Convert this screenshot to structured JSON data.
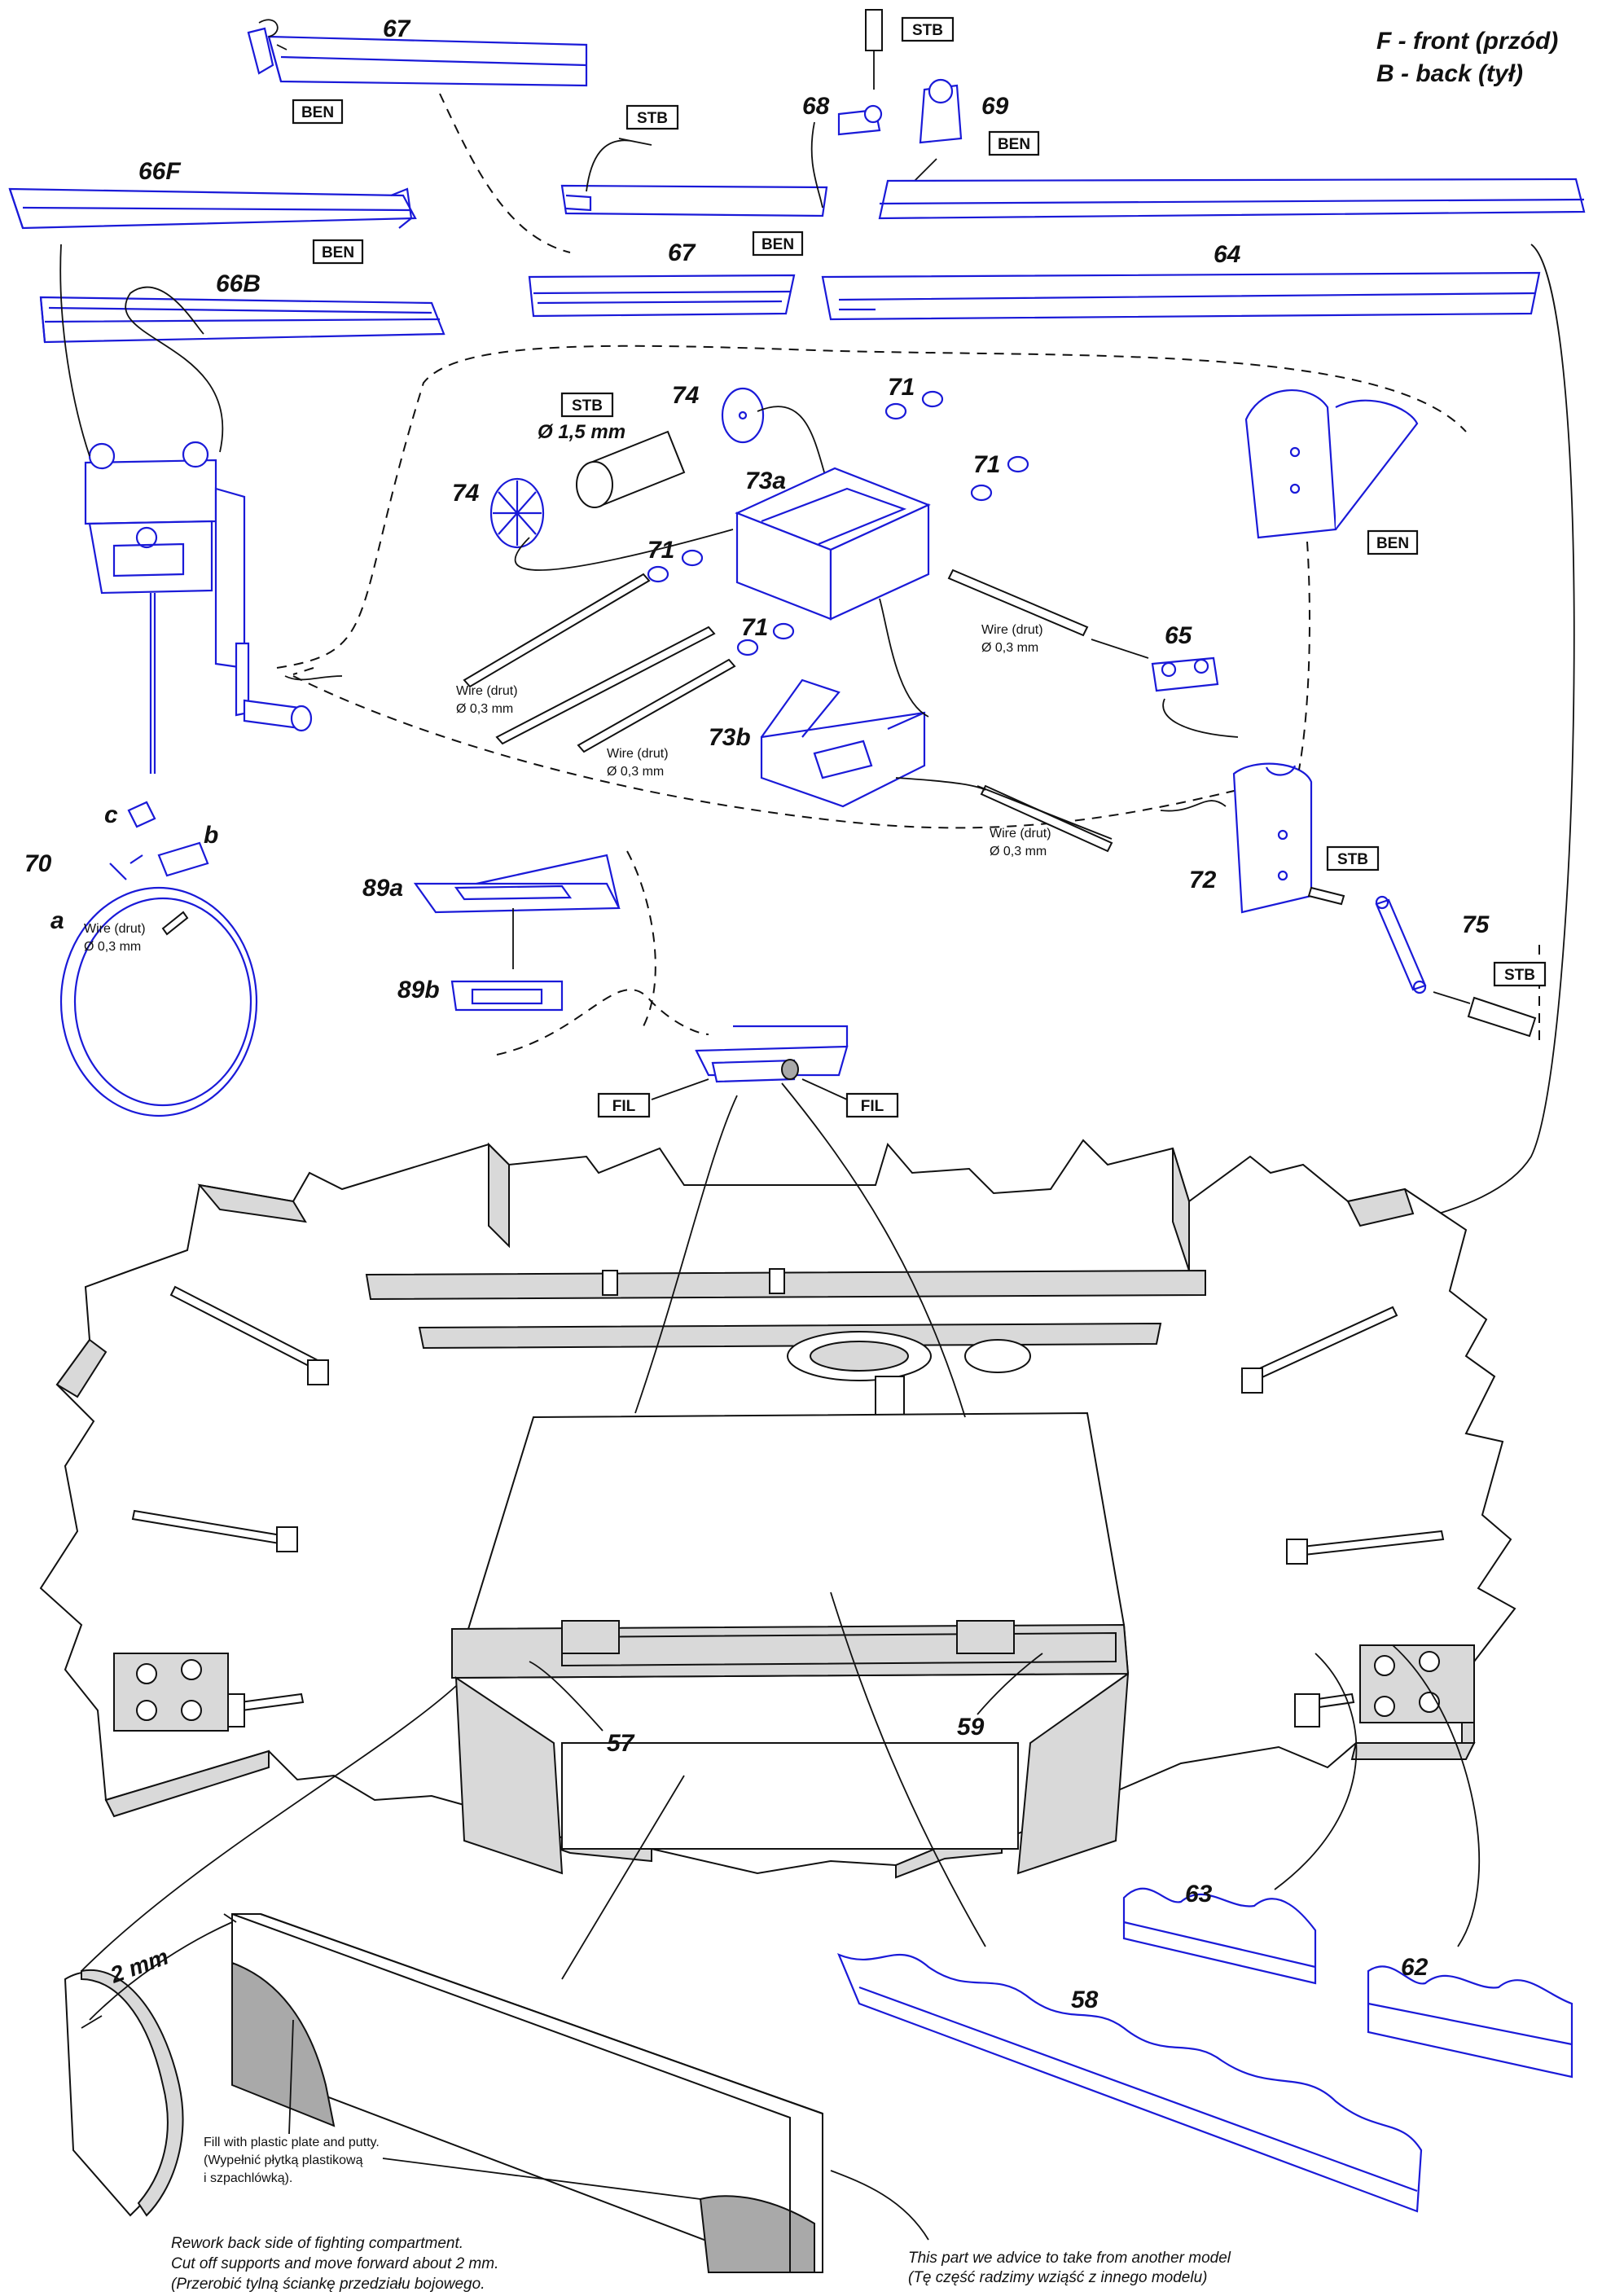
{
  "legend": {
    "front": "F - front (przód)",
    "back": "B - back (tył)"
  },
  "part_numbers": {
    "p67_top": "67",
    "p67_mid": "67",
    "p64": "64",
    "p66F": "66F",
    "p66B": "66B",
    "p68": "68",
    "p69": "69",
    "p74_top": "74",
    "p74_left": "74",
    "p71_a": "71",
    "p71_b": "71",
    "p71_c": "71",
    "p71_d": "71",
    "p73a": "73a",
    "p73b": "73b",
    "p65": "65",
    "p72": "72",
    "p75": "75",
    "p70": "70",
    "p70a": "a",
    "p70b": "b",
    "p70c": "c",
    "p89a": "89a",
    "p89b": "89b",
    "p57": "57",
    "p59": "59",
    "p58": "58",
    "p62": "62",
    "p63": "63"
  },
  "tags": {
    "ben1": "BEN",
    "ben2": "BEN",
    "ben3": "BEN",
    "ben4": "BEN",
    "ben5": "BEN",
    "stb1": "STB",
    "stb2": "STB",
    "stb3": "STB",
    "stb4": "STB",
    "stb5": "STB",
    "fil1": "FIL",
    "fil2": "FIL"
  },
  "dimensions": {
    "dia_15": "Ø 1,5 mm",
    "gap_2mm": "2 mm"
  },
  "wire_notes": {
    "w1_line1": "Wire (drut)",
    "w1_line2": "Ø 0,3 mm",
    "w2_line1": "Wire (drut)",
    "w2_line2": "Ø 0,3 mm",
    "w3_line1": "Wire (drut)",
    "w3_line2": "Ø 0,3 mm",
    "w4_line1": "Wire (drut)",
    "w4_line2": "Ø 0,3 mm",
    "w5_line1": "Wire (drut)",
    "w5_line2": "Ø 0,3 mm"
  },
  "notes": {
    "fill_1": "Fill with plastic plate and putty.",
    "fill_2": "(Wypełnić płytką plastikową",
    "fill_3": "i szpachlówką).",
    "rework_1": "Rework back side of fighting compartment.",
    "rework_2": "Cut off supports and move forward about 2 mm.",
    "rework_3": "(Przerobić tylną ściankę przedziału bojowego.",
    "advice_1": "This part we advice to take from another model",
    "advice_2": "(Tę część radzimy wziąść z innego modelu)"
  },
  "colors": {
    "new_part": "#1a1ad8",
    "existing_part": "#111111",
    "shade": "#d9d9d9"
  }
}
